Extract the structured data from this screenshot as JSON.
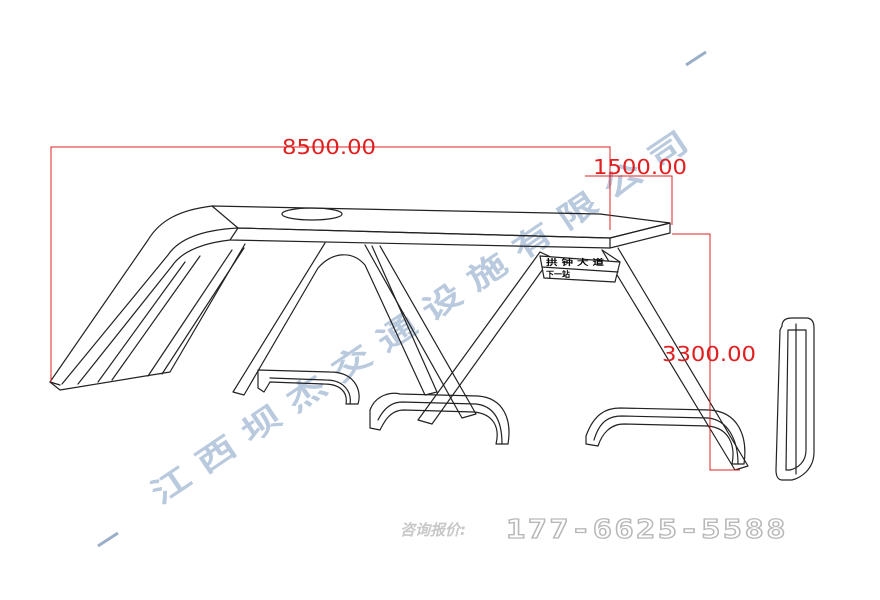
{
  "dimensions": {
    "length": "8500.00",
    "depth": "1500.00",
    "height": "3300.00"
  },
  "sign": {
    "route_label": "拱 钟 大 道",
    "next_stop_label": "下一站"
  },
  "watermark": {
    "company": "江 西 坝 杰 交 通 设 施 有 限 公 司"
  },
  "contact": {
    "label": "咨询报价:",
    "phone": "177-6625-5588"
  },
  "colors": {
    "dimension": "#e02020",
    "outline": "#222222",
    "watermark": "#b9c9de"
  }
}
